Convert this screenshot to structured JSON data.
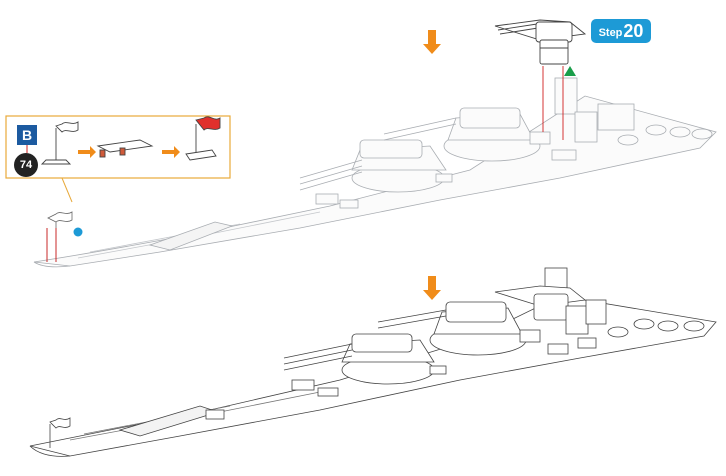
{
  "step": {
    "word": "Step",
    "number": "20"
  },
  "inset": {
    "letter": "B",
    "part_number": "74"
  },
  "colors": {
    "step_badge": "#1d9ad6",
    "letter_box": "#1c5aa0",
    "arrow": "#f08c1a",
    "inset_border": "#e8a93a",
    "flag": "#e0302c",
    "marker_triangle": "#1a9e4a",
    "marker_dot": "#1d9ad6",
    "guide_line": "#d02020"
  },
  "icons": [
    "down-arrow-icon",
    "right-arrow-icon",
    "flag-icon",
    "triangle-marker-icon",
    "dot-marker-icon"
  ]
}
